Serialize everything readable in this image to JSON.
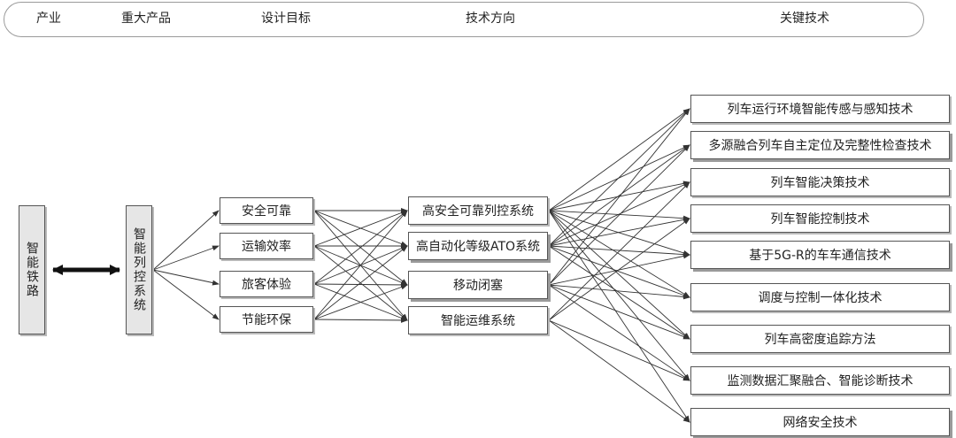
{
  "header": {
    "steps": [
      "产业",
      "重大产品",
      "设计目标",
      "技术方向",
      "关键技术"
    ]
  },
  "industry": "智能铁路",
  "product": "智能列控系统",
  "goals": [
    "安全可靠",
    "运输效率",
    "旅客体验",
    "节能环保"
  ],
  "directions": [
    "高安全可靠列控系统",
    "高自动化等级ATO系统",
    "移动闭塞",
    "智能运维系统"
  ],
  "key_technologies": [
    "列车运行环境智能传感与感知技术",
    "多源融合列车自主定位及完整性检查技术",
    "列车智能决策技术",
    "列车智能控制技术",
    "基于5G-R的车车通信技术",
    "调度与控制一体化技术",
    "列车高密度追踪方法",
    "监测数据汇聚融合、智能诊断技术",
    "网络安全技术"
  ],
  "colors": {
    "line": "#333333",
    "box_border": "#555555",
    "vbox_fill": "#e6e6e6"
  }
}
